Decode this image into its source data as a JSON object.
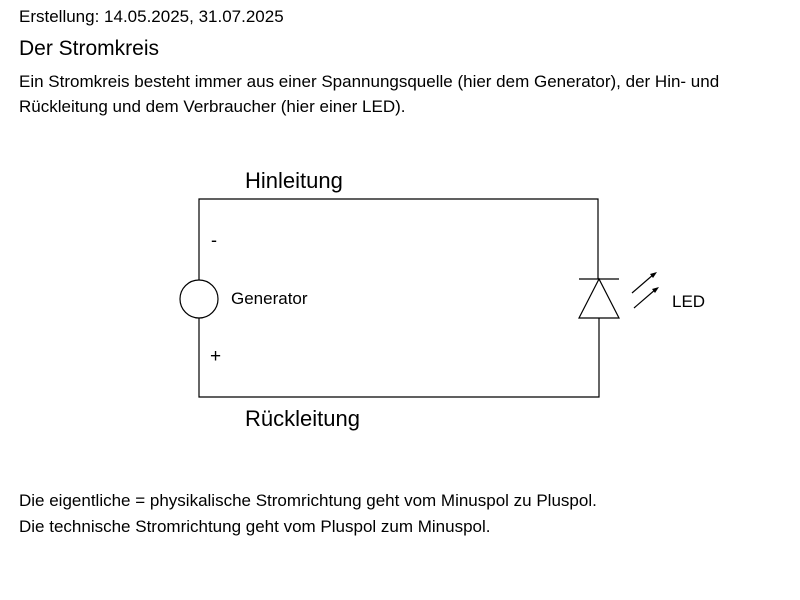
{
  "header": {
    "created": "Erstellung: 14.05.2025, 31.07.2025",
    "title": "Der Stromkreis",
    "intro": "Ein Stromkreis besteht immer aus einer Spannungsquelle (hier dem Generator), der Hin- und Rückleitung und dem Verbraucher (hier einer LED)."
  },
  "diagram": {
    "top_label": "Hinleitung",
    "bottom_label": "Rückleitung",
    "minus": "-",
    "plus": "+",
    "generator_label": "Generator",
    "led_label": "LED"
  },
  "footer": {
    "line1": "Die eigentliche = physikalische Stromrichtung geht vom Minuspol zu Pluspol.",
    "line2": "Die technische Stromrichtung geht vom Pluspol zum Minuspol."
  }
}
